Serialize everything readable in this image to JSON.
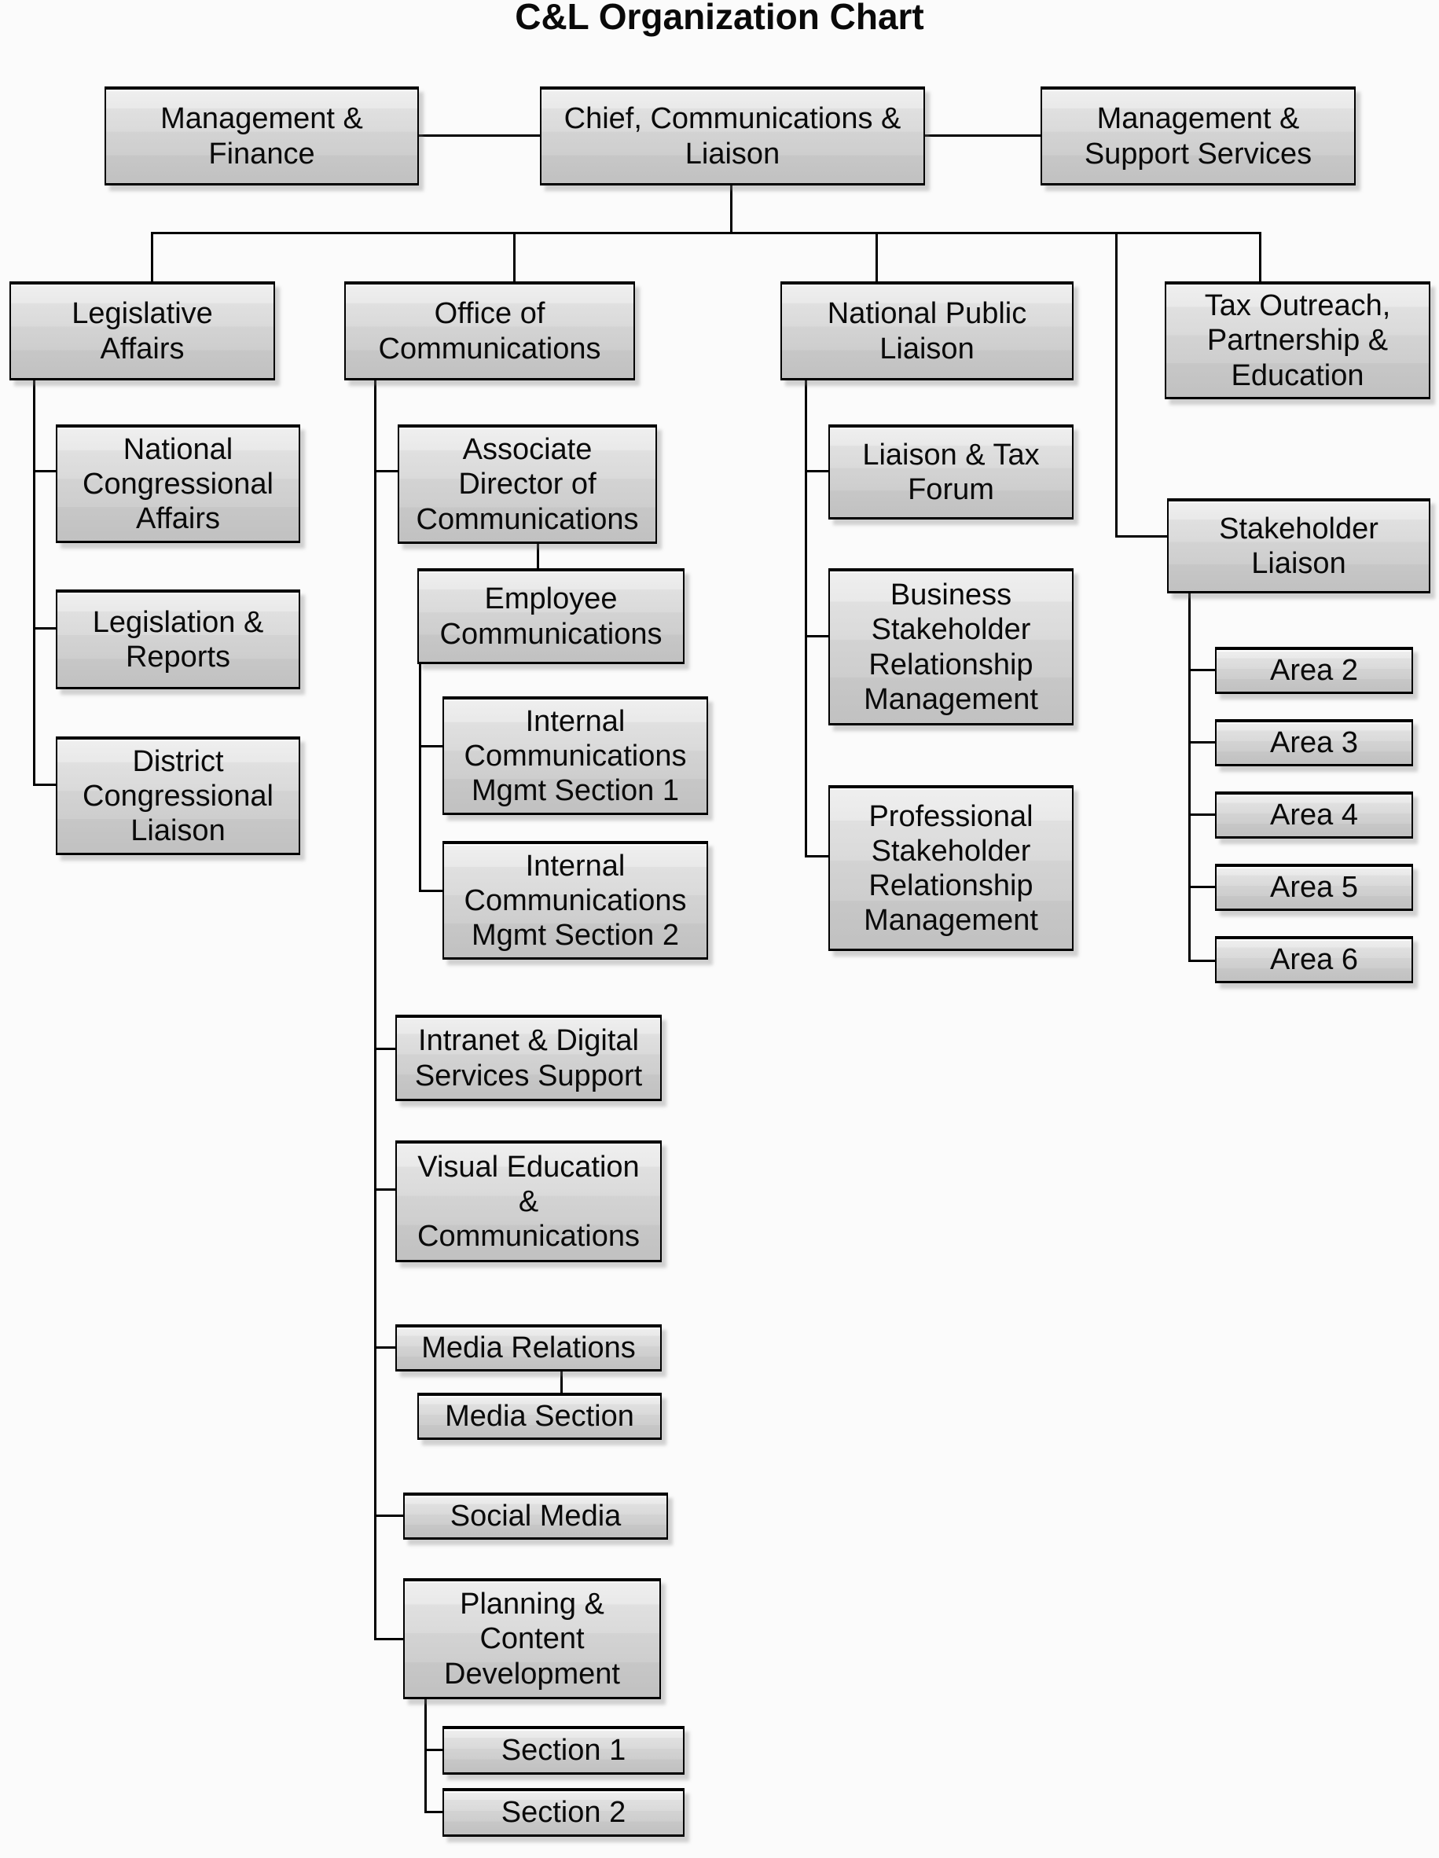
{
  "title": "C&L Organization Chart",
  "chart": {
    "root": {
      "label": "Chief, Communications &\nLiaison"
    },
    "peers": [
      {
        "label": "Management &\nFinance"
      },
      {
        "label": "Management &\nSupport Services"
      }
    ],
    "branches": [
      {
        "label": "Legislative\nAffairs",
        "children": [
          {
            "label": "National\nCongressional\nAffairs"
          },
          {
            "label": "Legislation &\nReports"
          },
          {
            "label": "District\nCongressional\nLiaison"
          }
        ]
      },
      {
        "label": "Office of\nCommunications",
        "children": [
          {
            "label": "Associate\nDirector of\nCommunications",
            "children": [
              {
                "label": "Employee\nCommunications",
                "children": [
                  {
                    "label": "Internal\nCommunications\nMgmt Section 1"
                  },
                  {
                    "label": "Internal\nCommunications\nMgmt Section 2"
                  }
                ]
              }
            ]
          },
          {
            "label": "Intranet & Digital\nServices Support"
          },
          {
            "label": "Visual Education\n&\nCommunications"
          },
          {
            "label": "Media Relations",
            "children": [
              {
                "label": "Media Section"
              }
            ]
          },
          {
            "label": "Social Media"
          },
          {
            "label": "Planning &\nContent\nDevelopment",
            "children": [
              {
                "label": "Section 1"
              },
              {
                "label": "Section 2"
              }
            ]
          }
        ]
      },
      {
        "label": "National Public\nLiaison",
        "children": [
          {
            "label": "Liaison & Tax\nForum"
          },
          {
            "label": "Business\nStakeholder\nRelationship\nManagement"
          },
          {
            "label": "Professional\nStakeholder\nRelationship\nManagement"
          }
        ]
      },
      {
        "label": "Tax Outreach,\nPartnership &\nEducation"
      },
      {
        "label": "Stakeholder\nLiaison",
        "children": [
          {
            "label": "Area 2"
          },
          {
            "label": "Area 3"
          },
          {
            "label": "Area 4"
          },
          {
            "label": "Area 5"
          },
          {
            "label": "Area 6"
          }
        ]
      }
    ]
  }
}
